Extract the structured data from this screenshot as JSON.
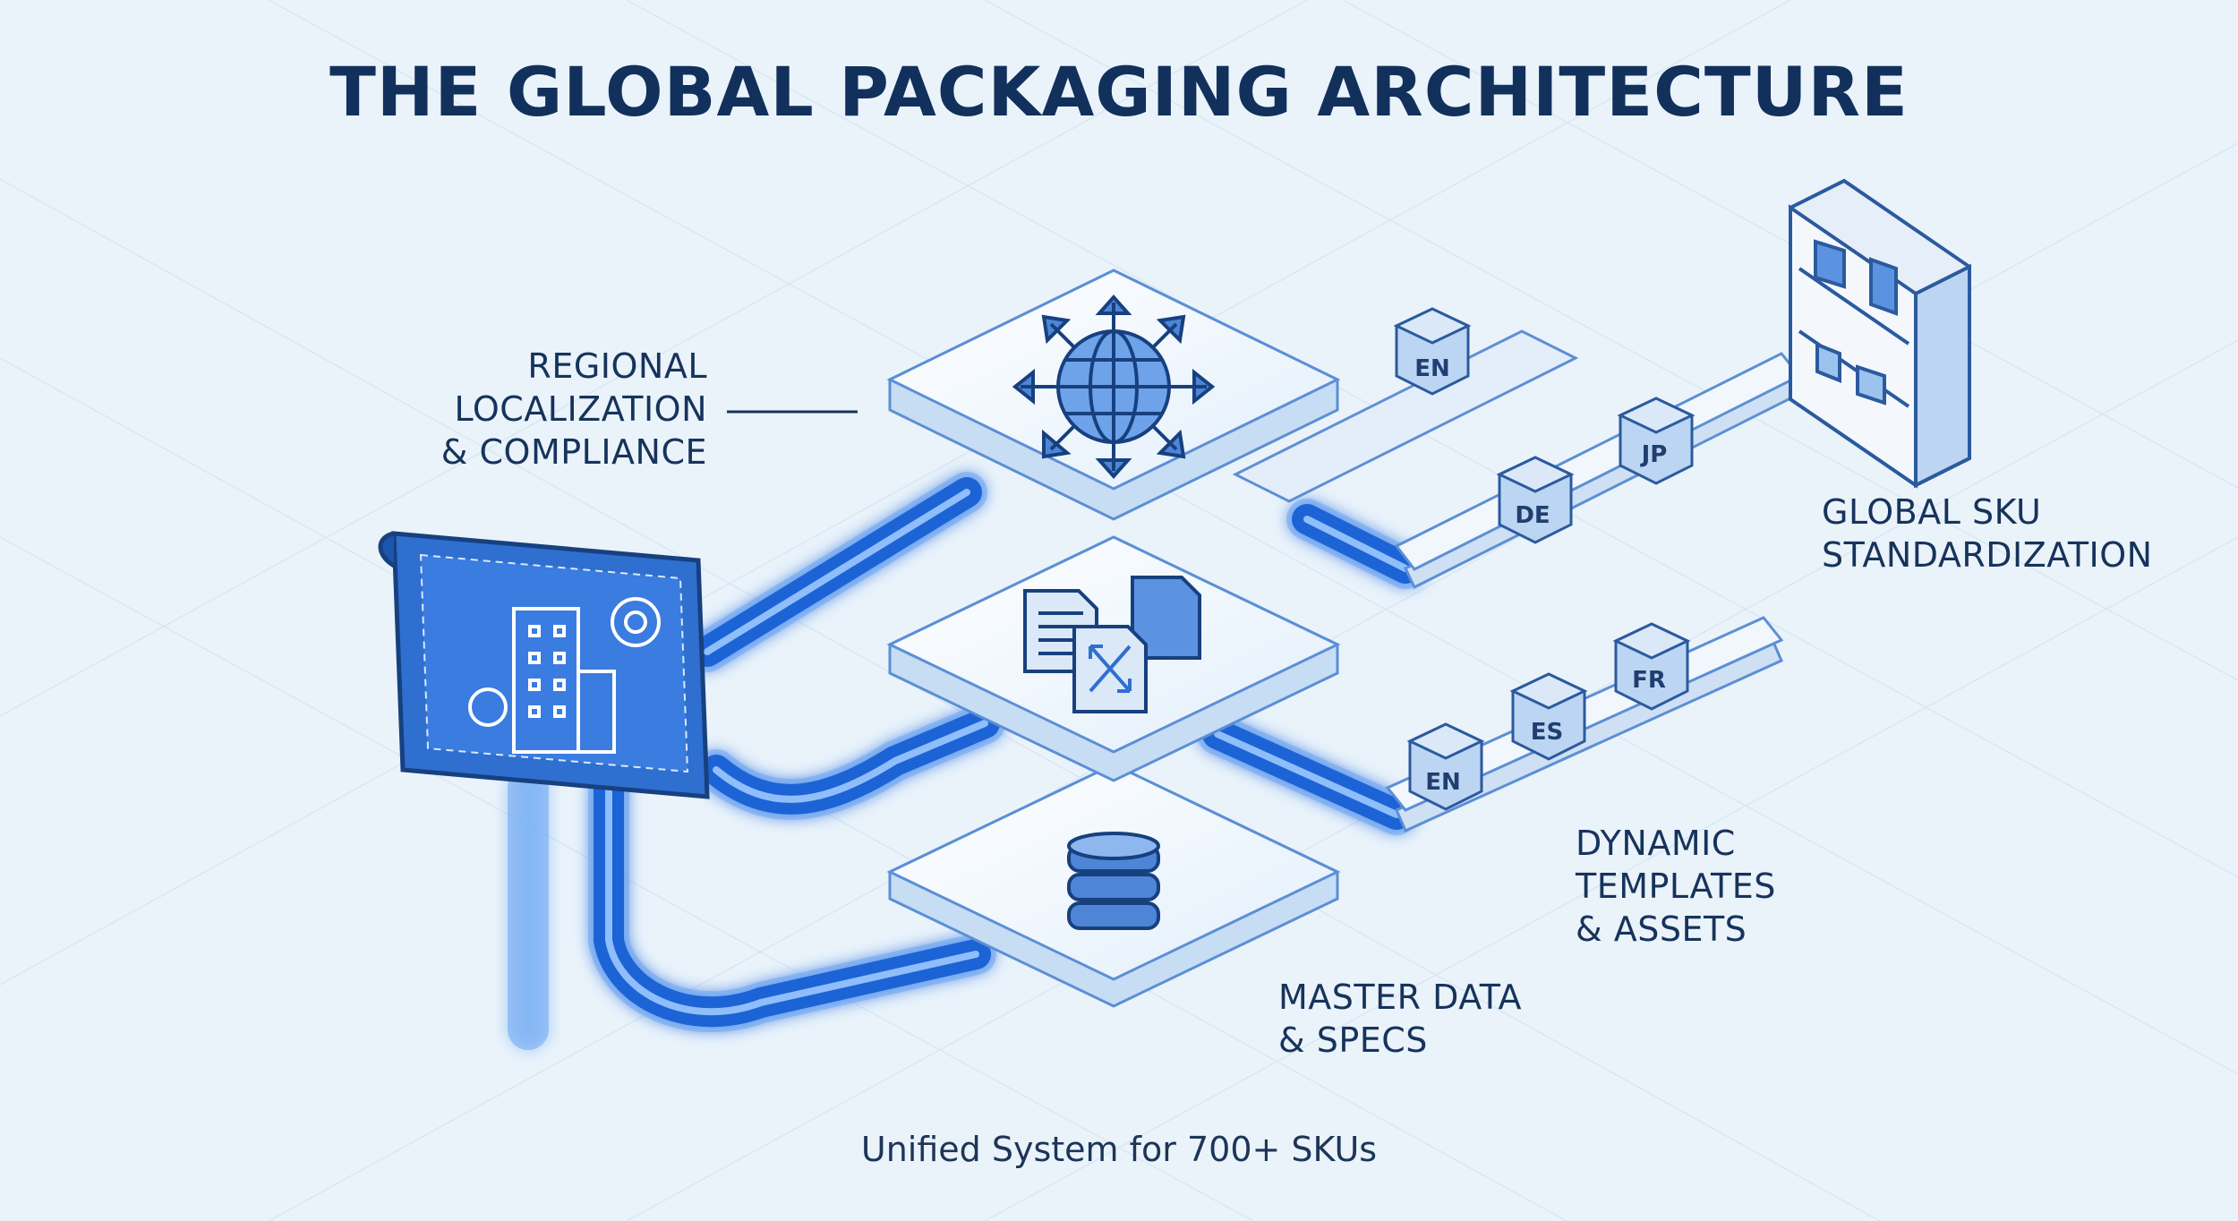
{
  "title": "THE GLOBAL PACKAGING ARCHITECTURE",
  "labels": {
    "regional": [
      "REGIONAL",
      "LOCALIZATION",
      "& COMPLIANCE"
    ],
    "global_sku": [
      "GLOBAL SKU",
      "STANDARDIZATION"
    ],
    "dynamic": [
      "DYNAMIC",
      "TEMPLATES",
      "& ASSETS"
    ],
    "master": [
      "MASTER DATA",
      "& SPECS"
    ]
  },
  "caption": "Unified System for 700+ SKUs",
  "upper_conveyor_boxes": [
    "EN",
    "DE",
    "JP"
  ],
  "lower_conveyor_boxes": [
    "EN",
    "ES",
    "FR"
  ],
  "icons": {
    "top_layer": "globe-with-arrows-icon",
    "middle_layer": "documents-icon",
    "bottom_layer": "database-icon",
    "blueprint": "building-blueprint-icon",
    "shelf": "shelving-unit-icon"
  },
  "colors": {
    "title": "#12305c",
    "accent": "#2f6fd0",
    "pipe": "#1f63d6",
    "background": "#eaf3fa"
  }
}
